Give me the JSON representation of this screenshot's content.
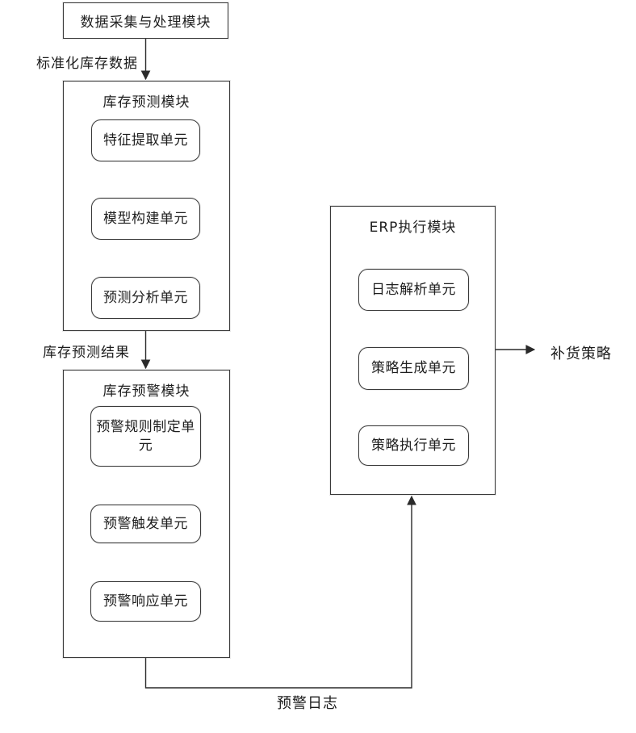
{
  "diagram": {
    "background_color": "#ffffff",
    "line_color": "#2a2a2a",
    "nodes": {
      "data_collection": {
        "label": "数据采集与处理模块"
      },
      "prediction_module": {
        "title": "库存预测模块",
        "units": [
          "特征提取单元",
          "模型构建单元",
          "预测分析单元"
        ]
      },
      "warning_module": {
        "title": "库存预警模块",
        "units": [
          "预警规则制定单元",
          "预警触发单元",
          "预警响应单元"
        ]
      },
      "erp_module": {
        "title": "ERP执行模块",
        "units": [
          "日志解析单元",
          "策略生成单元",
          "策略执行单元"
        ]
      }
    },
    "edge_labels": {
      "standardized_inventory_data": "标准化库存数据",
      "inventory_prediction_result": "库存预测结果",
      "replenishment_strategy": "补货策略",
      "warning_log": "预警日志"
    }
  }
}
